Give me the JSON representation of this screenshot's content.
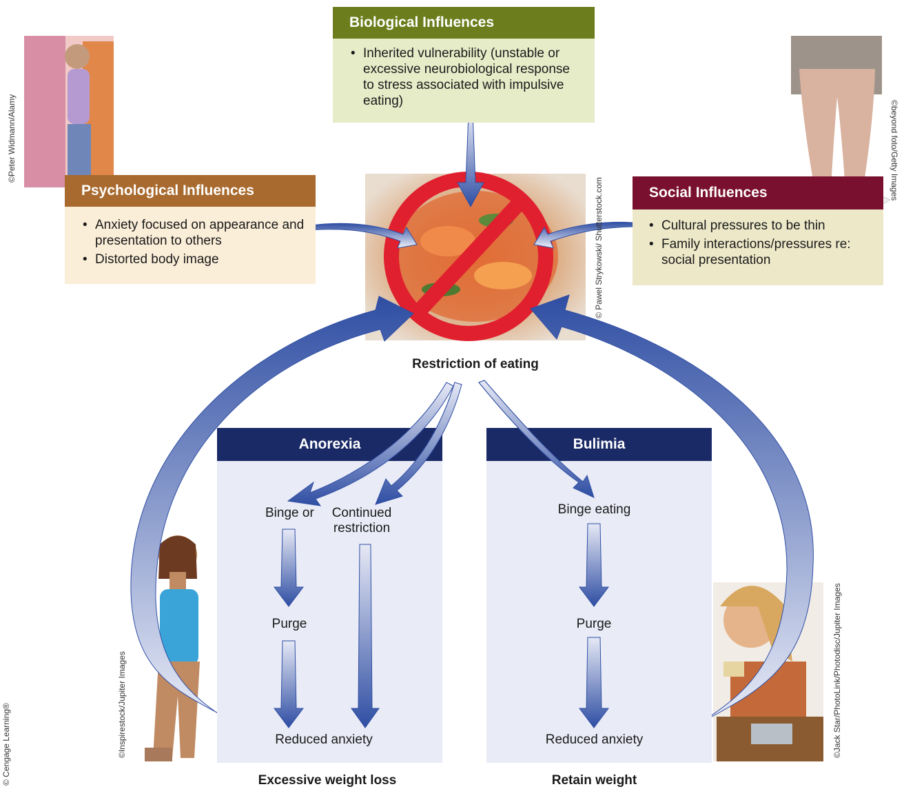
{
  "biological": {
    "title": "Biological Influences",
    "items": [
      "Inherited vulnerability (unstable or excessive neurobiological response to stress associated with impulsive eating)"
    ]
  },
  "psychological": {
    "title": "Psychological Influences",
    "items": [
      "Anxiety focused on appearance and presentation to others",
      "Distorted body image"
    ]
  },
  "social": {
    "title": "Social Influences",
    "items": [
      "Cultural pressures to be thin",
      "Family interactions/pressures re: social presentation"
    ]
  },
  "center": {
    "caption": "Restriction of eating"
  },
  "anorexia": {
    "title": "Anorexia",
    "binge": "Binge or",
    "restriction": "Continued restriction",
    "purge": "Purge",
    "reduced": "Reduced anxiety",
    "outcome": "Excessive weight loss"
  },
  "bulimia": {
    "title": "Bulimia",
    "binge": "Binge eating",
    "purge": "Purge",
    "reduced": "Reduced anxiety",
    "outcome": "Retain weight"
  },
  "credits": {
    "top_left": "©Peter Widmann/Alamy",
    "top_right": "©beyond foto/Getty Images",
    "center": "© Pawel Strykowski/ Shutterstock.com",
    "bottom_left_photo": "©Inspirestock/Jupiter Images",
    "bottom_right_photo": "©Jack Star/PhotoLink/Photodisc/Jupiter Images",
    "publisher": "© Cengage Learning®"
  },
  "colors": {
    "biological": "#6b7d1c",
    "psychological": "#a86a2e",
    "social": "#7a1030",
    "panel_header": "#1a2a66",
    "no_sign": "#e0202e",
    "arrow": "#3a55a8"
  }
}
